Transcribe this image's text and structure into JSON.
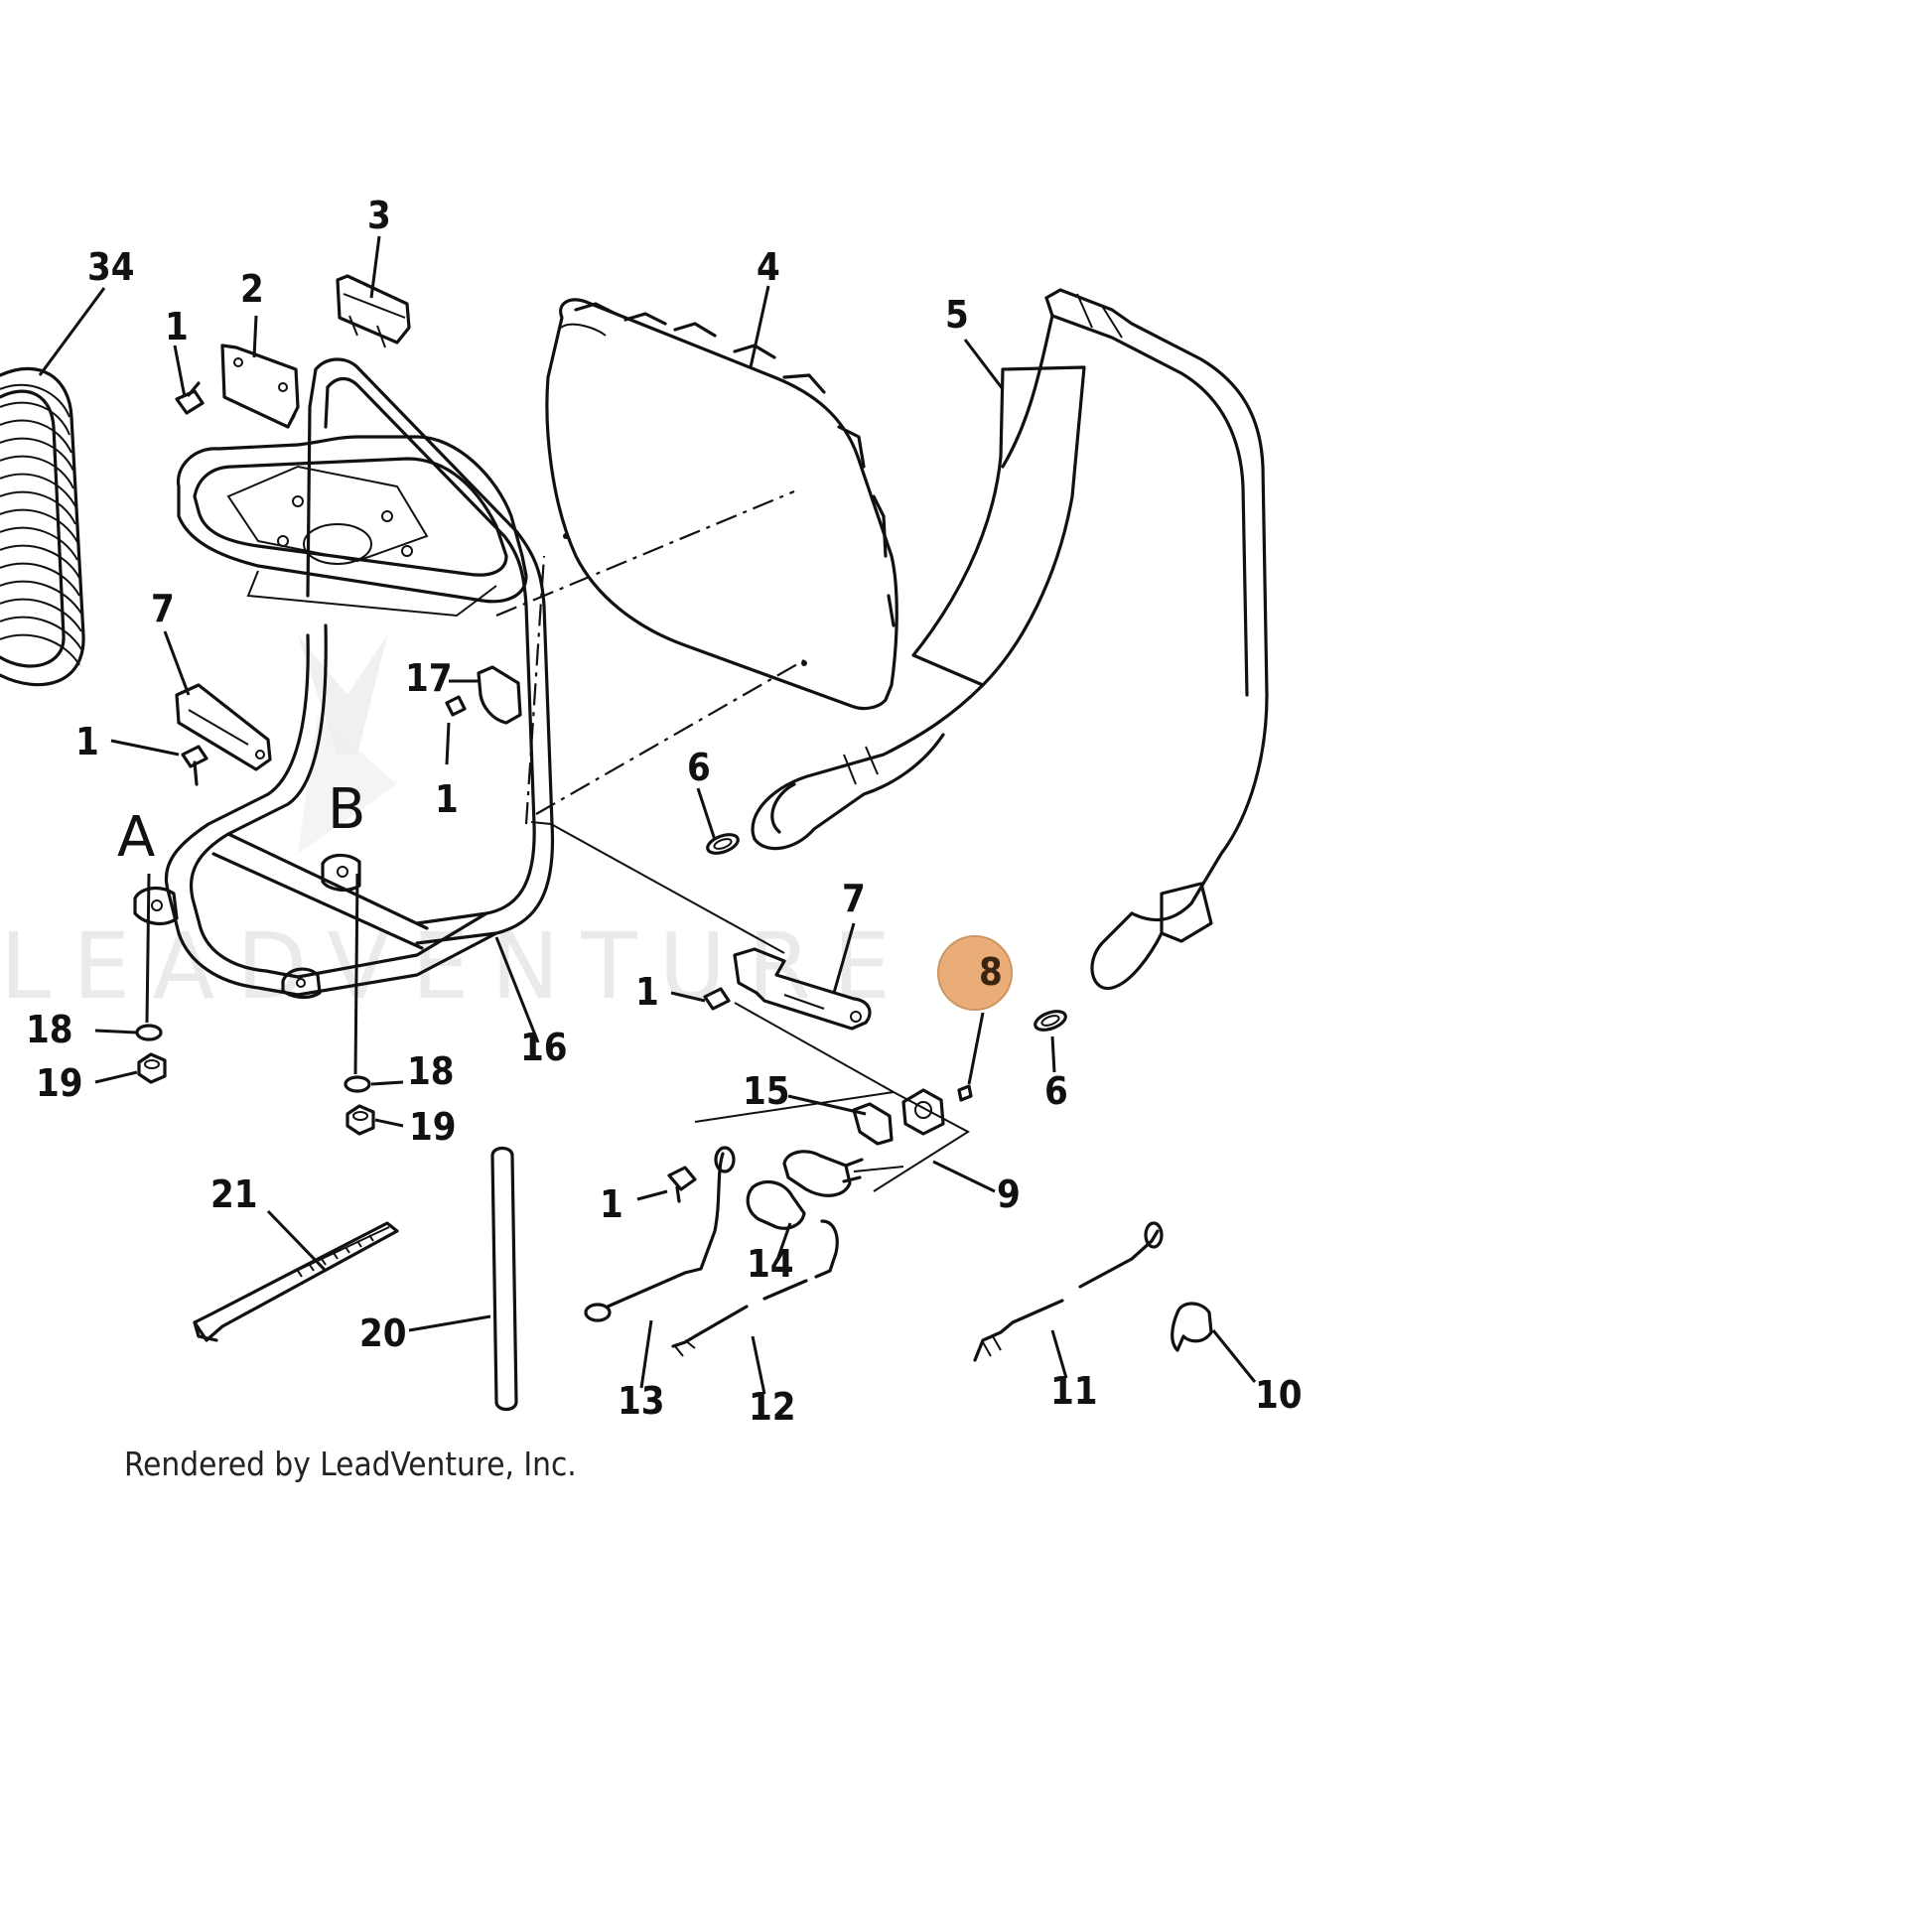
{
  "watermark": "LEADVENTURE",
  "credit": "Rendered by LeadVenture, Inc.",
  "highlight_color": "#E8A46A",
  "highlighted_callout": "8",
  "labels": {
    "p34": "34",
    "p2": "2",
    "p3": "3",
    "p4": "4",
    "p5": "5",
    "p1_top": "1",
    "p7_left": "7",
    "p1_left": "1",
    "p17": "17",
    "p1_mid": "1",
    "pA": "A",
    "pB": "B",
    "p6_left": "6",
    "p7_right": "7",
    "p8": "8",
    "p6_right": "6",
    "p1_right": "1",
    "p18_left": "18",
    "p16": "16",
    "p19_left": "19",
    "p18_right": "18",
    "p19_right": "19",
    "p15": "15",
    "p9": "9",
    "p1_low": "1",
    "p14": "14",
    "p21": "21",
    "p20": "20",
    "p13": "13",
    "p12": "12",
    "p11": "11",
    "p10": "10"
  }
}
